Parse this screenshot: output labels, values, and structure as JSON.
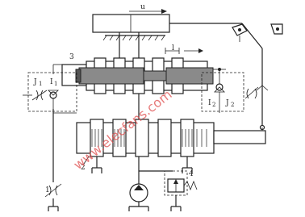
{
  "labels": {
    "velocity": "u",
    "component_1": "1",
    "component_2": "2",
    "component_3": "3",
    "component_4": "4",
    "opening_top": "l",
    "throttle_left_j": "J",
    "throttle_left_j_sub": "1",
    "throttle_left_i": "I",
    "throttle_left_i_sub": "1",
    "throttle_right_i": "I",
    "throttle_right_i_sub": "2",
    "throttle_right_j": "J",
    "throttle_right_j_sub": "2"
  },
  "watermark": "www.elecfans.com",
  "colors": {
    "line": "#222222",
    "spool_gray": "#8a8a8a",
    "watermark": "#e05050"
  }
}
